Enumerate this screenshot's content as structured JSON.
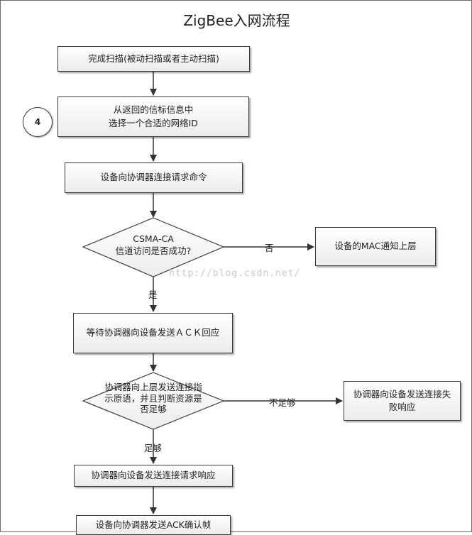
{
  "title": "ZigBee入网流程",
  "step_number": "4",
  "nodes": {
    "scan_complete": "完成扫描(被动扫描或者主动扫描)",
    "select_network_line1": "从返回的信标信息中",
    "select_network_line2": "选择一个合适的网络ID",
    "send_join_request": "设备向协调器连接请求命令",
    "csma_line1": "CSMA-CA",
    "csma_line2": "信道访问是否成功?",
    "mac_notify": "设备的MAC通知上层",
    "wait_ack": "等待协调器向设备发送ＡＣＫ回应",
    "resource_line1": "协调器向上层发送连接指",
    "resource_line2": "示原语，并且判断资源是",
    "resource_line3": "否足够",
    "join_fail_line1": "协调器向设备发送连接失",
    "join_fail_line2": "败响应",
    "join_response": "协调器向设备发送连接请求响应",
    "send_ack": "设备向协调器发送ACK确认帧"
  },
  "edge_labels": {
    "no": "否",
    "yes": "是",
    "insufficient": "不足够",
    "sufficient": "足够"
  },
  "watermark": "http://blog.csdn.net/"
}
